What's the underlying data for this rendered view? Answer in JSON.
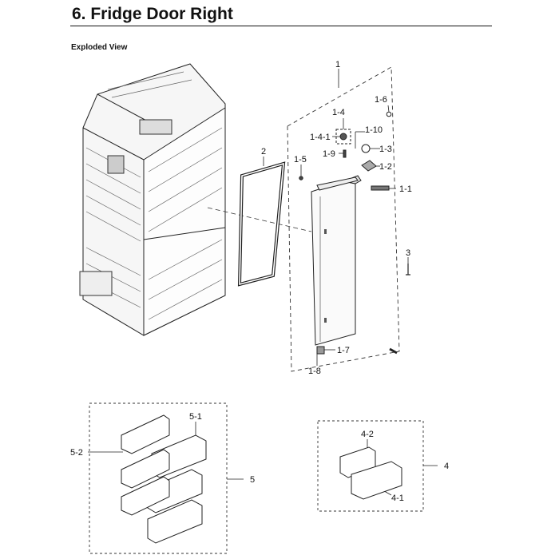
{
  "header": {
    "title": "6.  Fridge Door Right",
    "subtitle": "Exploded View"
  },
  "callouts": {
    "c1": "1",
    "c1_1": "1-1",
    "c1_2": "1-2",
    "c1_3": "1-3",
    "c1_4": "1-4",
    "c1_4_1": "1-4-1",
    "c1_5": "1-5",
    "c1_6": "1-6",
    "c1_7": "1-7",
    "c1_8": "1-8",
    "c1_9": "1-9",
    "c1_10": "1-10",
    "c2": "2",
    "c3": "3",
    "c4": "4",
    "c4_1": "4-1",
    "c4_2": "4-2",
    "c5": "5",
    "c5_1": "5-1",
    "c5_2": "5-2"
  }
}
